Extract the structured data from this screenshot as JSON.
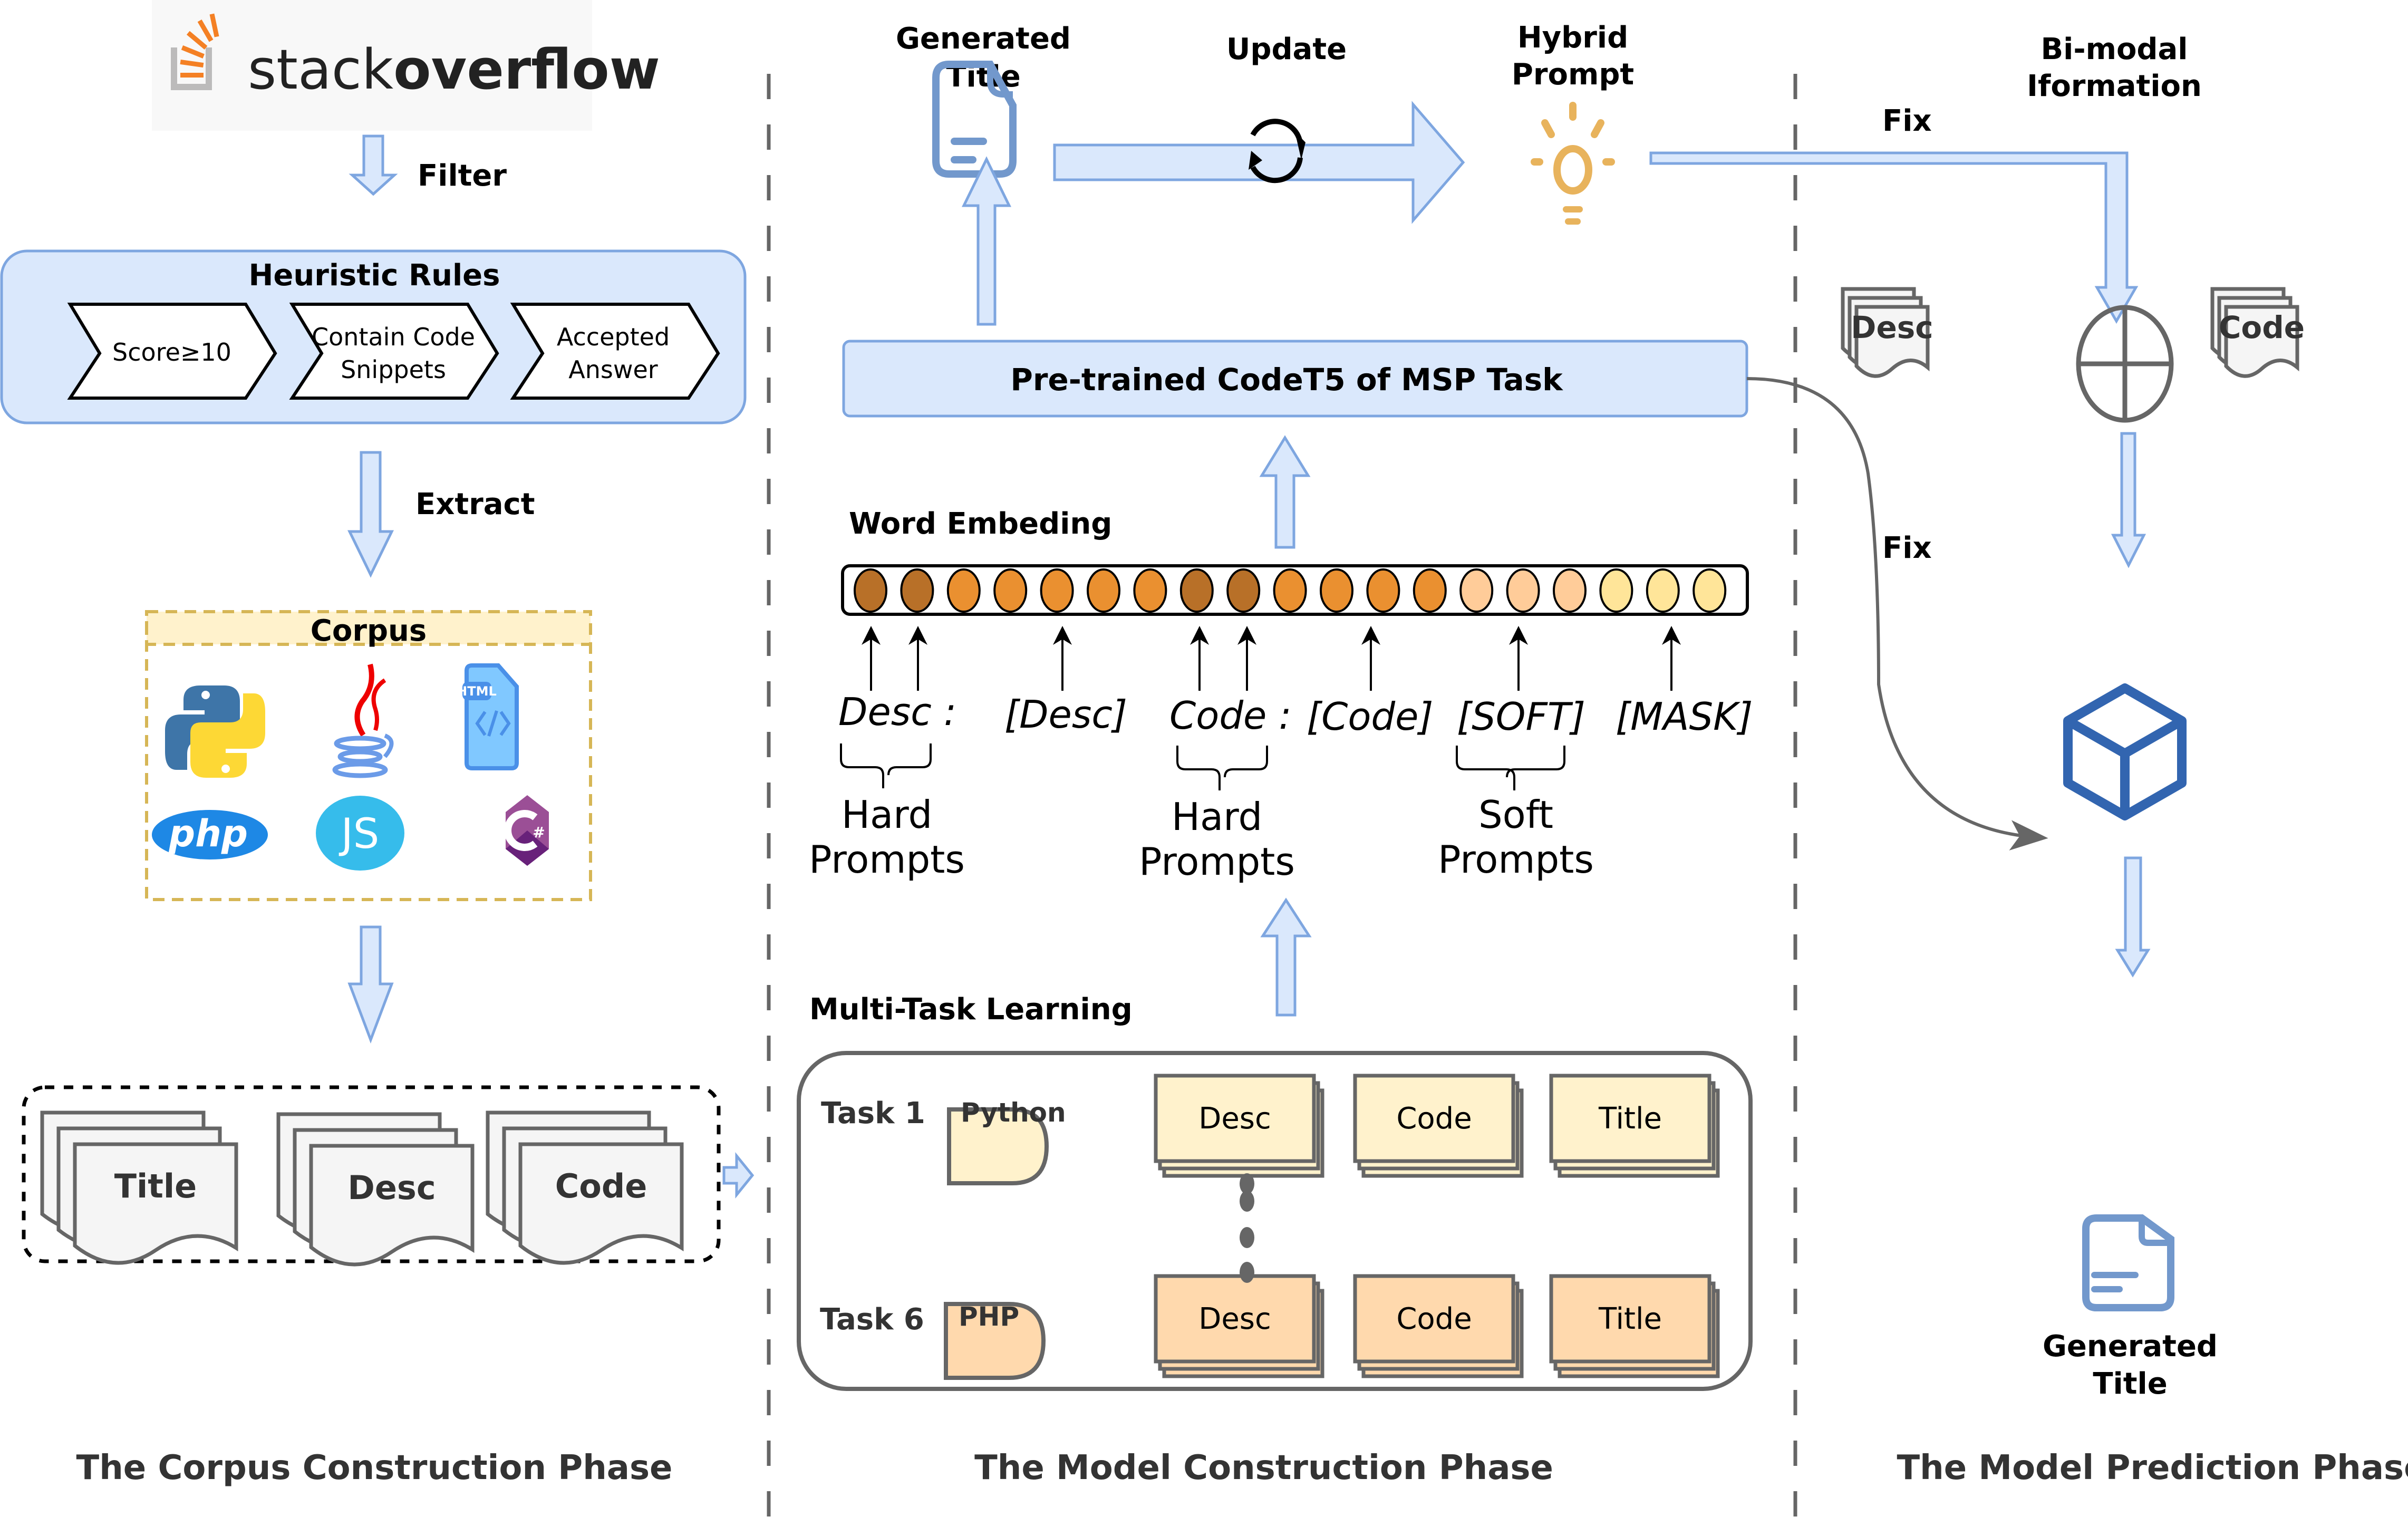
{
  "logo": {
    "text_light": "stack",
    "text_bold": "overflow"
  },
  "corpus_phase": {
    "filter_label": "Filter",
    "heuristic": {
      "title": "Heuristic Rules",
      "rules": [
        {
          "line1": "Score≥10",
          "line2": ""
        },
        {
          "line1": "Contain Code",
          "line2": "Snippets"
        },
        {
          "line1": "Accepted",
          "line2": "Answer"
        }
      ]
    },
    "extract_label": "Extract",
    "corpus": {
      "title": "Corpus",
      "languages": [
        {
          "name": "python-logo-icon"
        },
        {
          "name": "java-logo-icon"
        },
        {
          "name": "html-file-icon",
          "text": "HTML"
        },
        {
          "name": "php-logo-icon",
          "text": "php"
        },
        {
          "name": "javascript-logo-icon",
          "text": "JS"
        },
        {
          "name": "csharp-logo-icon",
          "text": "C#"
        }
      ]
    },
    "docs": [
      "Title",
      "Desc",
      "Code"
    ],
    "caption": "The Corpus Construction Phase"
  },
  "model_phase": {
    "generated_title": {
      "line1": "Generated",
      "line2": "Title"
    },
    "update_label": "Update",
    "hybrid_prompt": {
      "line1": "Hybrid",
      "line2": "Prompt"
    },
    "codet5_label": "Pre-trained CodeT5 of MSP Task",
    "word_embedding": {
      "title": "Word Embeding",
      "cell_colors": [
        "#b87028",
        "#b87028",
        "#ea9030",
        "#ea9030",
        "#ea9030",
        "#ea9030",
        "#ea9030",
        "#b87028",
        "#b87028",
        "#ea9030",
        "#ea9030",
        "#ea9030",
        "#ea9030",
        "#ffcc99",
        "#ffcc99",
        "#ffcc99",
        "#ffe599",
        "#ffe599",
        "#ffe599"
      ],
      "tokens": [
        "Desc :",
        "[Desc]",
        "Code :",
        "[Code]",
        "[SOFT]",
        "[MASK]"
      ],
      "groups": [
        {
          "line1": "Hard",
          "line2": "Prompts"
        },
        {
          "line1": "Hard",
          "line2": "Prompts"
        },
        {
          "line1": "Soft",
          "line2": "Prompts"
        }
      ]
    },
    "multitask": {
      "title": "Multi-Task Learning",
      "tasks": [
        {
          "label": "Task 1",
          "language": "Python",
          "items": [
            "Desc",
            "Code",
            "Title"
          ]
        },
        {
          "label": "Task 6",
          "language": "PHP",
          "items": [
            "Desc",
            "Code",
            "Title"
          ]
        }
      ]
    },
    "caption": "The Model Construction Phase"
  },
  "prediction_phase": {
    "bimodal": {
      "line1": "Bi-modal",
      "line2": "Iformation"
    },
    "fix_label_top": "Fix",
    "fix_label_mid": "Fix",
    "docs": [
      "Desc",
      "Code"
    ],
    "generated_title": {
      "line1": "Generated",
      "line2": "Title"
    },
    "caption": "The Model Prediction Phase"
  },
  "colors": {
    "arrow_fill": "#dae8fc",
    "arrow_stroke": "#7ea6e0",
    "so_orange": "#f48024",
    "so_gray": "#bcbbbb",
    "task1_fill": "#fff2cc",
    "task6_fill": "#ffd9ad",
    "bulb": "#e8b35c",
    "cube": "#3265b0",
    "doc_icon": "#7298cc",
    "corpus_border": "#d6b656"
  }
}
